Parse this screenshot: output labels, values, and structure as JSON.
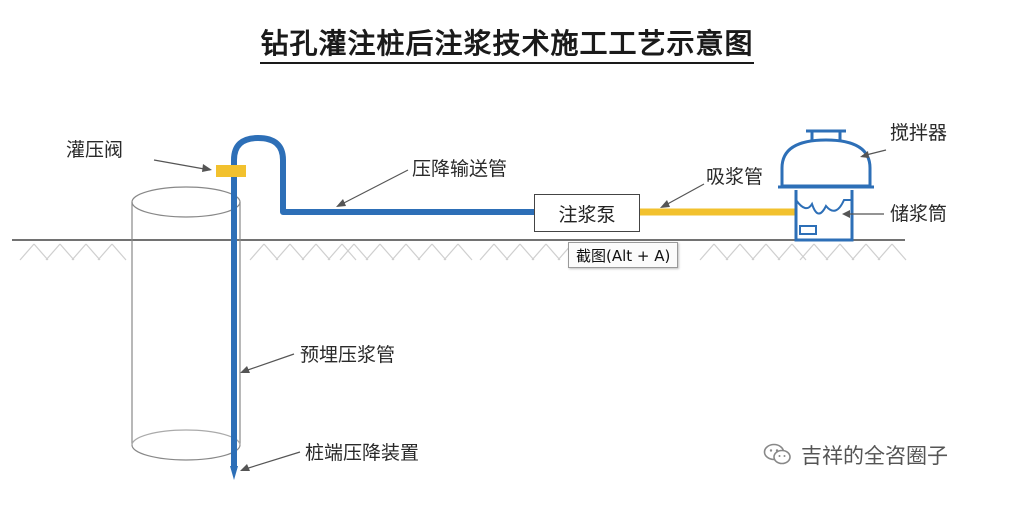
{
  "title": "钻孔灌注桩后注浆技术施工工艺示意图",
  "labels": {
    "valve": "灌压阀",
    "delivery_pipe": "压降输送管",
    "suction_pipe": "吸浆管",
    "mixer": "搅拌器",
    "storage_tank": "储浆筒",
    "pump": "注浆泵",
    "embedded_pipe": "预埋压浆管",
    "pile_end_device": "桩端压降装置"
  },
  "tooltip": "截图(Alt + A)",
  "watermark": "吉祥的全咨圈子",
  "colors": {
    "pipe_blue": "#2d6fb7",
    "suction_yellow": "#f2c12e",
    "valve_yellow": "#f2c12e",
    "ground": "#444444",
    "hatch": "#cfcfcf"
  },
  "icons": [
    "wechat-icon"
  ]
}
